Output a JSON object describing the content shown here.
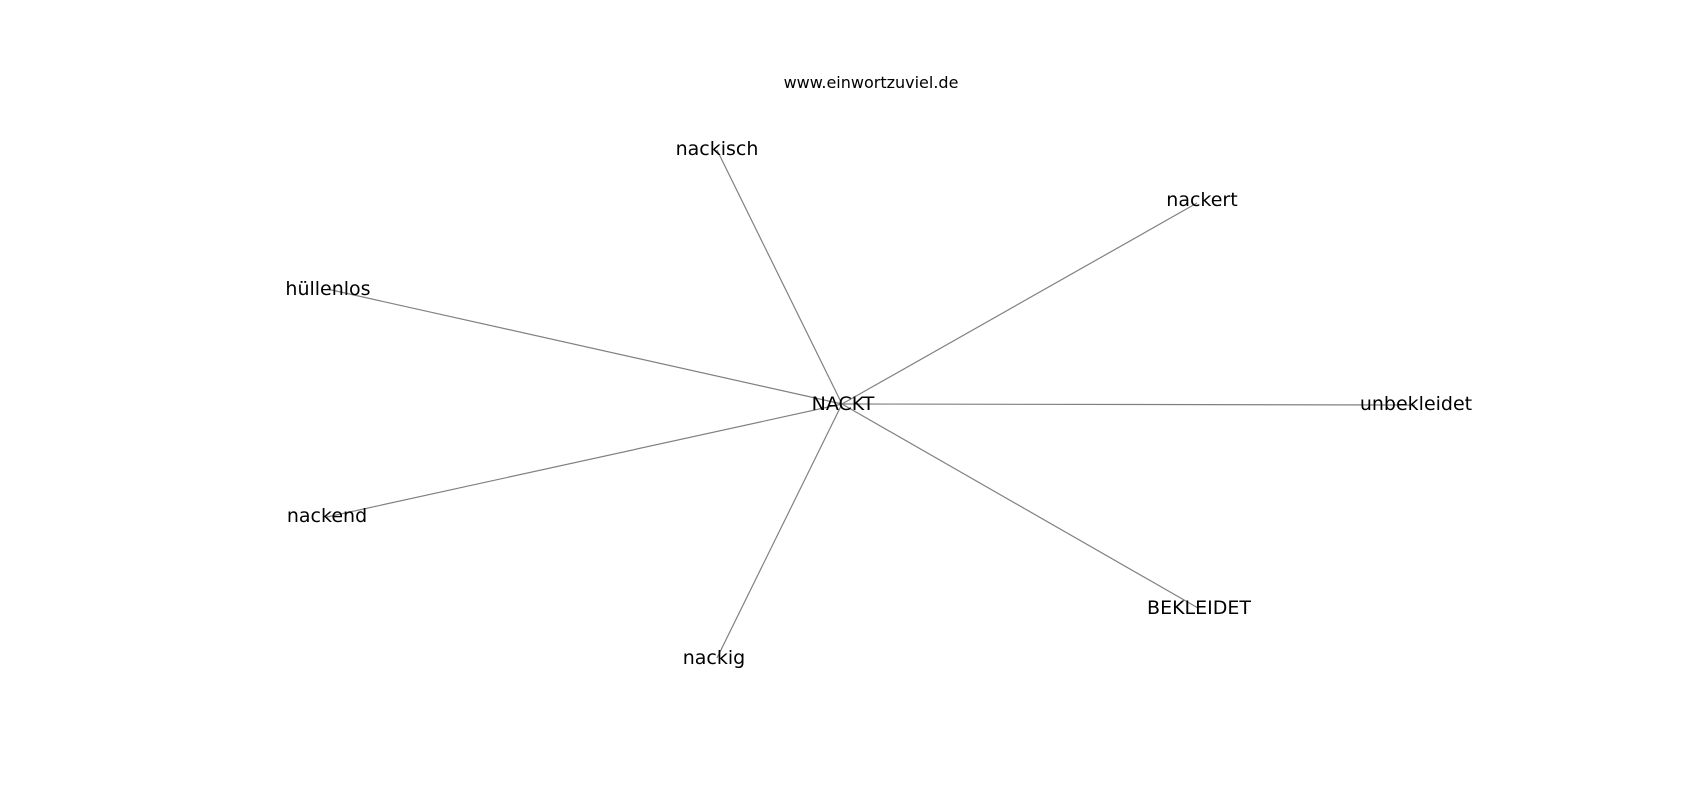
{
  "header": {
    "site": "www.einwortzuviel.de"
  },
  "graph": {
    "center": "NACKT",
    "nodes": {
      "nackisch": "nackisch",
      "nackert": "nackert",
      "huellenlos": "hüllenlos",
      "unbekleidet": "unbekleidet",
      "nackend": "nackend",
      "bekleidet": "BEKLEIDET",
      "nackig": "nackig"
    }
  },
  "colors": {
    "edge": "#808080",
    "text": "#000000",
    "background": "#ffffff"
  }
}
